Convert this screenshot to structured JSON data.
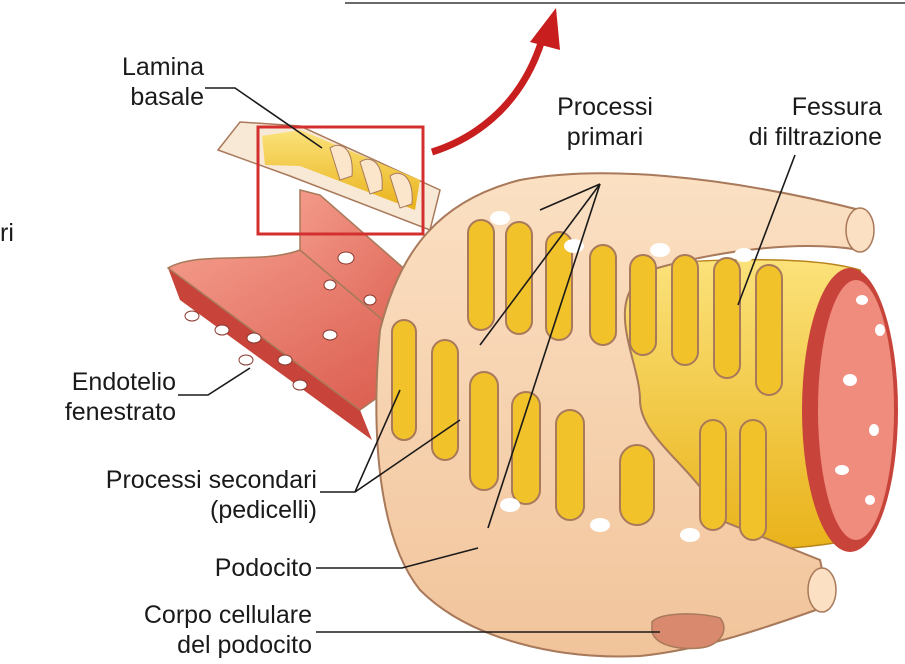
{
  "labels": {
    "lamina_basale": [
      "Lamina",
      "basale"
    ],
    "processi_primari": [
      "Processi",
      "primari"
    ],
    "fessura": [
      "Fessura",
      "di filtrazione"
    ],
    "endotelio": [
      "Endotelio",
      "fenestrato"
    ],
    "processi_secondari": [
      "Processi secondari",
      "(pedicelli)"
    ],
    "podocito": "Podocito",
    "corpo": [
      "Corpo cellulare",
      "del podocito"
    ],
    "edge_fragment": "ri"
  },
  "colors": {
    "podocyte": "#f6cfa9",
    "podocyte_outline": "#a8795a",
    "lamina": "#f2c22b",
    "endothelium": "#e9786a",
    "endothelium_dark": "#c8443a",
    "highlight_box": "#d32f2f",
    "arrow": "#c81e1e",
    "nucleus": "#d98a6e"
  }
}
